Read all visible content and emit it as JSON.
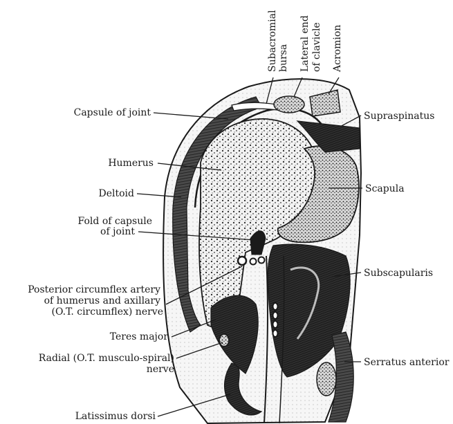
{
  "figure": {
    "labels": {
      "subacromial_bursa": [
        "Subacromial",
        "bursa"
      ],
      "lateral_end_clavicle": [
        "Lateral end",
        "of clavicle"
      ],
      "acromion": "Acromion",
      "capsule_of_joint": "Capsule of joint",
      "supraspinatus": "Supraspinatus",
      "humerus": "Humerus",
      "scapula": "Scapula",
      "deltoid": "Deltoid",
      "fold_of_capsule": [
        "Fold of capsule",
        "of joint"
      ],
      "subscapularis": "Subscapularis",
      "posterior_circumflex": [
        "Posterior circumflex artery",
        "of humerus and axillary",
        "(O.T. circumflex) nerve"
      ],
      "teres_major": "Teres major",
      "radial_nerve": [
        "Radial (O.T. musculo-spiral)",
        "nerve"
      ],
      "serratus_anterior": "Serratus anterior",
      "latissimus_dorsi": "Latissimus dorsi"
    },
    "colors": {
      "ink": "#1a1a1a",
      "paper": "#ffffff",
      "bone_fill": "#e8e8e8",
      "muscle_fill": "#3a3a3a",
      "muscle_light": "#7a7a7a"
    }
  }
}
